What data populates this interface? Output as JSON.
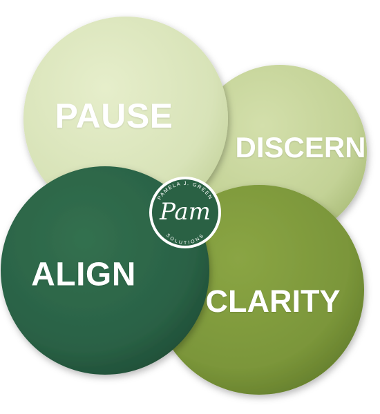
{
  "diagram": {
    "circles": [
      {
        "id": "pause",
        "label": "PAUSE",
        "color": "#dce6bf"
      },
      {
        "id": "discern",
        "label": "DISCERN",
        "color": "#c6d49a"
      },
      {
        "id": "align",
        "label": "ALIGN",
        "color": "#2c6448"
      },
      {
        "id": "clarity",
        "label": "CLARITY",
        "color": "#7f9a3c"
      }
    ],
    "logo": {
      "arc_top": "PAMELA J. GREEN",
      "script": "Pam",
      "arc_bottom": "SOLUTIONS",
      "color": "#2a6144"
    }
  }
}
